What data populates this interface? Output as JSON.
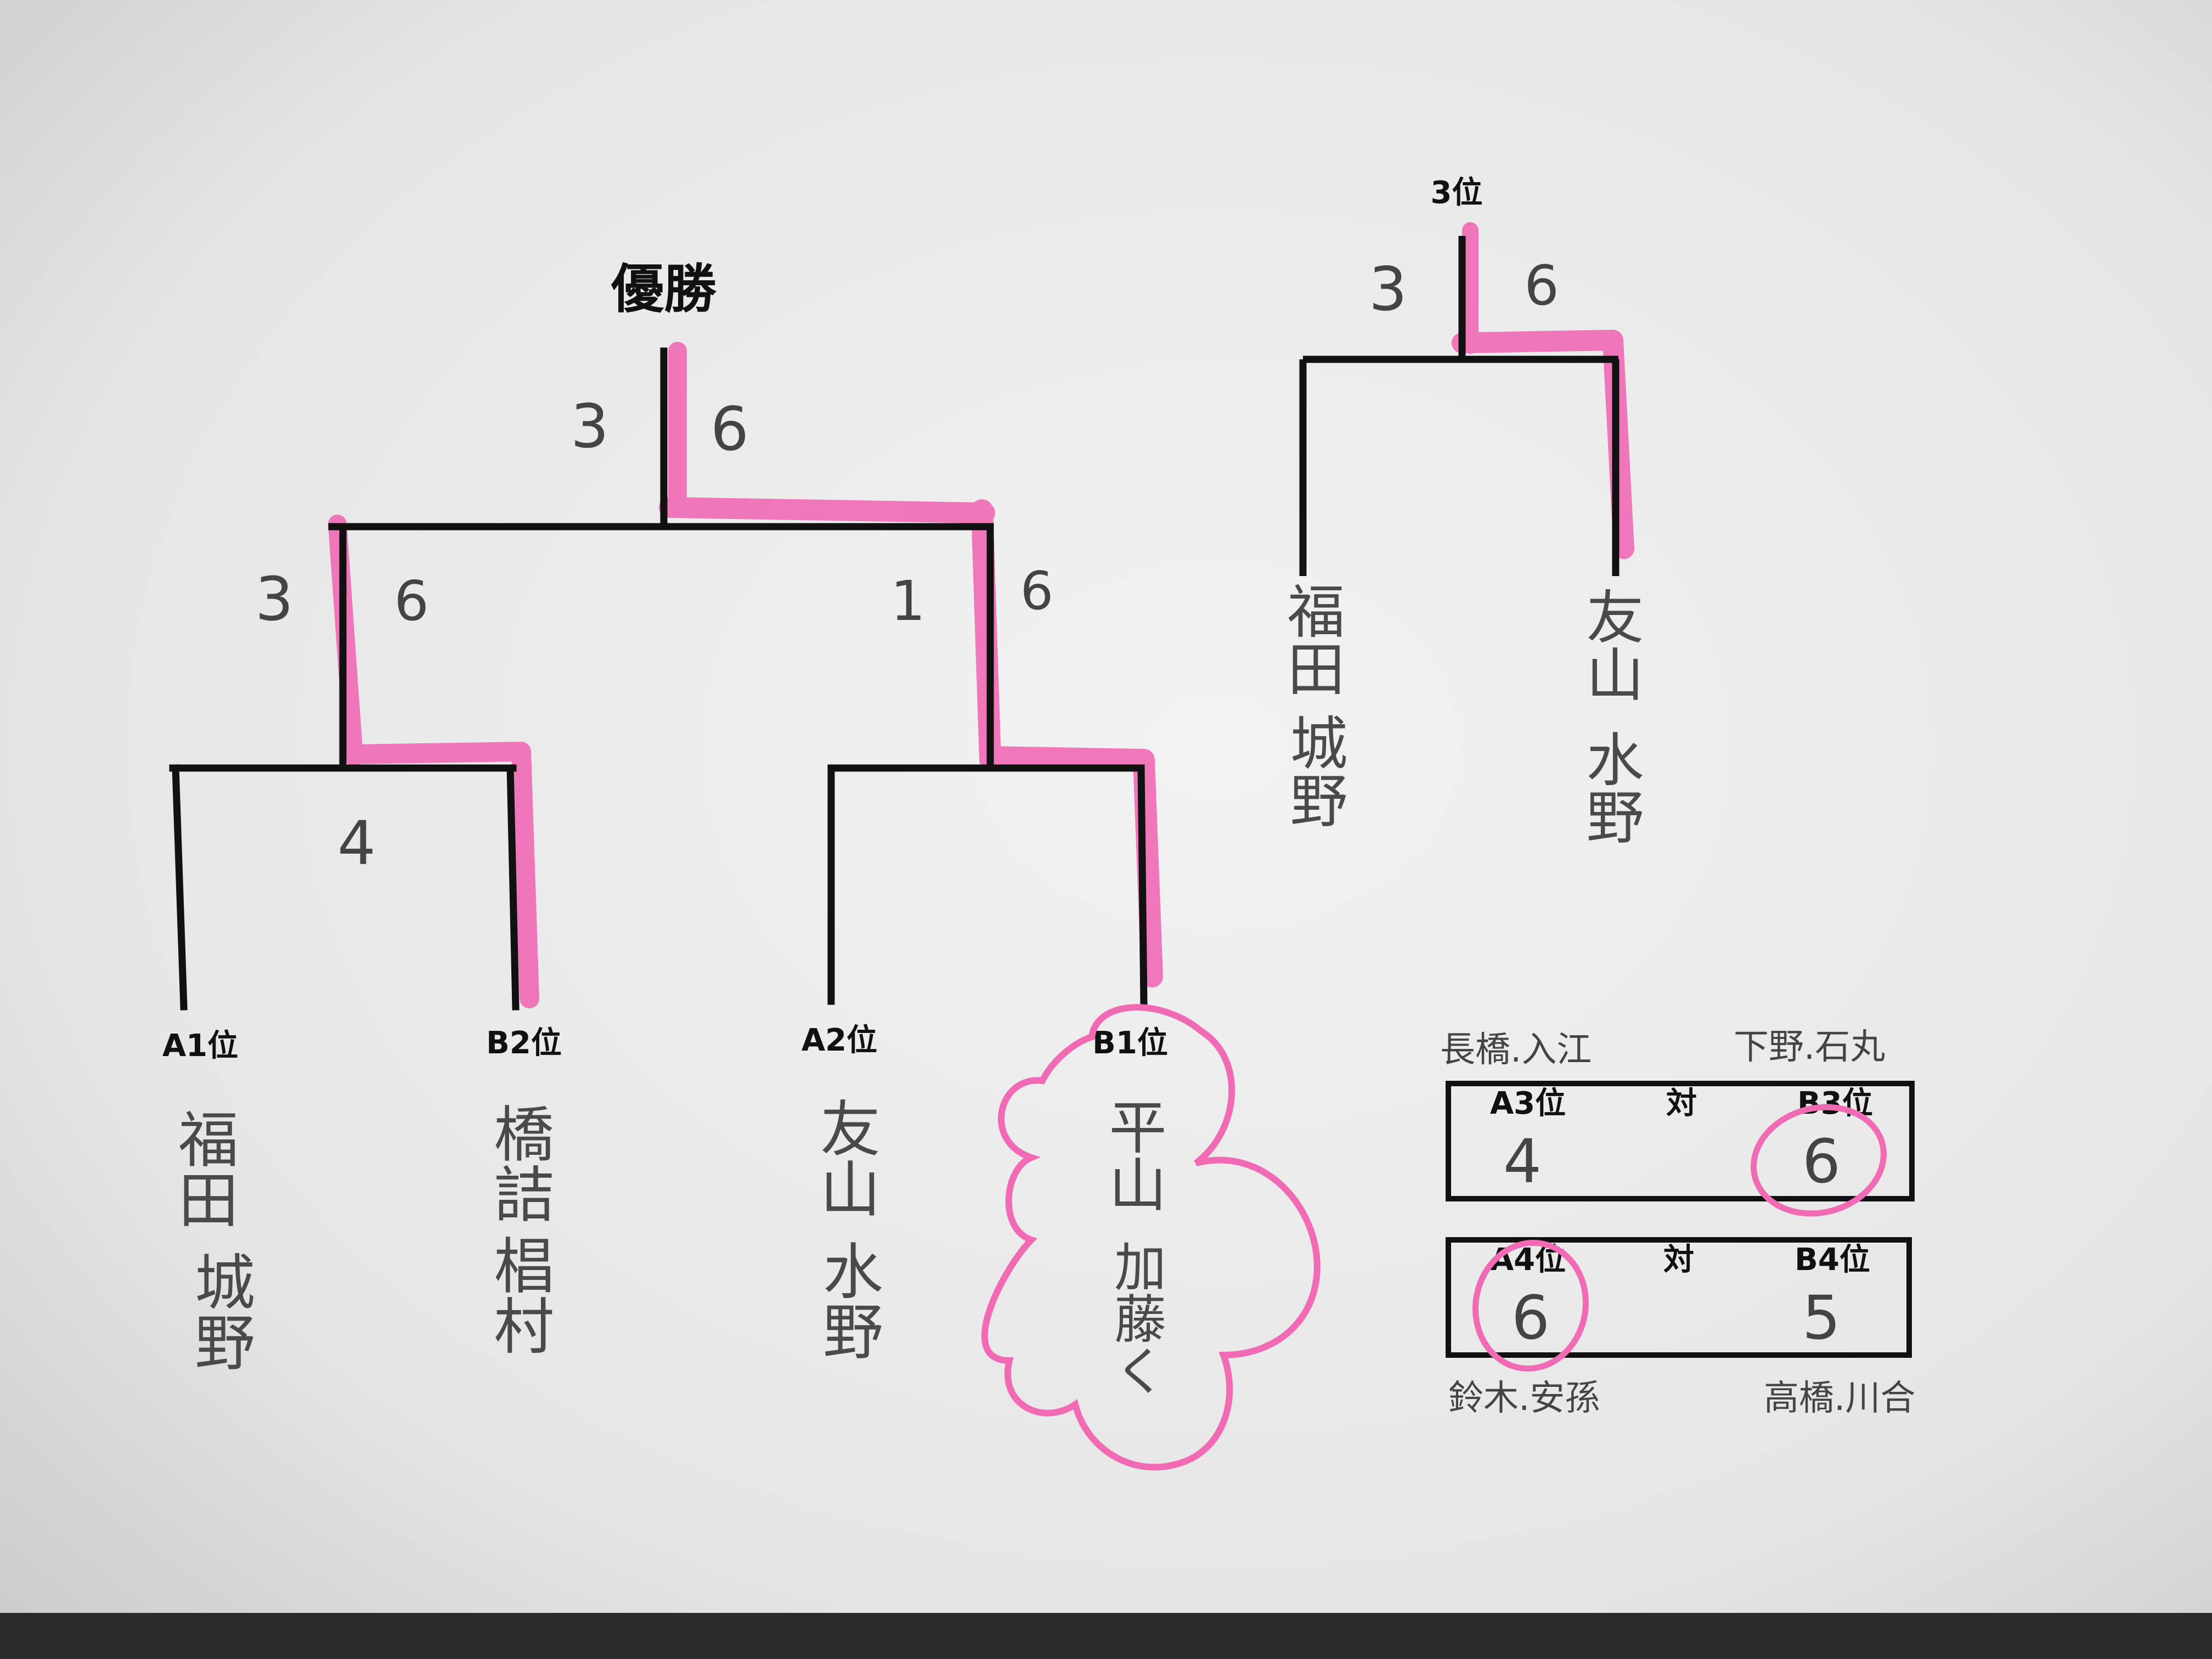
{
  "bracket": {
    "title": "優勝",
    "final_scores": [
      "3",
      "6"
    ],
    "semi_left_scores": [
      "3",
      "6"
    ],
    "semi_right_scores": [
      "1",
      "6"
    ],
    "qf_left_score": "4",
    "seeds": [
      {
        "label": "A1位",
        "players": [
          "福田",
          "城野"
        ]
      },
      {
        "label": "B2位",
        "players": [
          "橋詰",
          "椙村"
        ]
      },
      {
        "label": "A2位",
        "players": [
          "友山",
          "水野"
        ]
      },
      {
        "label": "B1位",
        "players": [
          "平山",
          "加藤く"
        ]
      }
    ]
  },
  "third_place": {
    "title": "3位",
    "scores": [
      "3",
      "6"
    ],
    "left_players": [
      "福田",
      "城野"
    ],
    "right_players": [
      "友山",
      "水野"
    ]
  },
  "consolation": {
    "match1": {
      "left_label": "A3位",
      "vs": "対",
      "right_label": "B3位",
      "left_score": "4",
      "right_score": "6",
      "left_names": "長橋.入江",
      "right_names": "下野.石丸"
    },
    "match2": {
      "left_label": "A4位",
      "vs": "対",
      "right_label": "B4位",
      "left_score": "6",
      "right_score": "5",
      "left_names": "鈴木.安孫",
      "right_names": "高橋.川合"
    }
  },
  "colors": {
    "highlight": "#f06ab4",
    "ink": "#111111",
    "paper": "#ebebeb",
    "pencil": "#444444"
  }
}
